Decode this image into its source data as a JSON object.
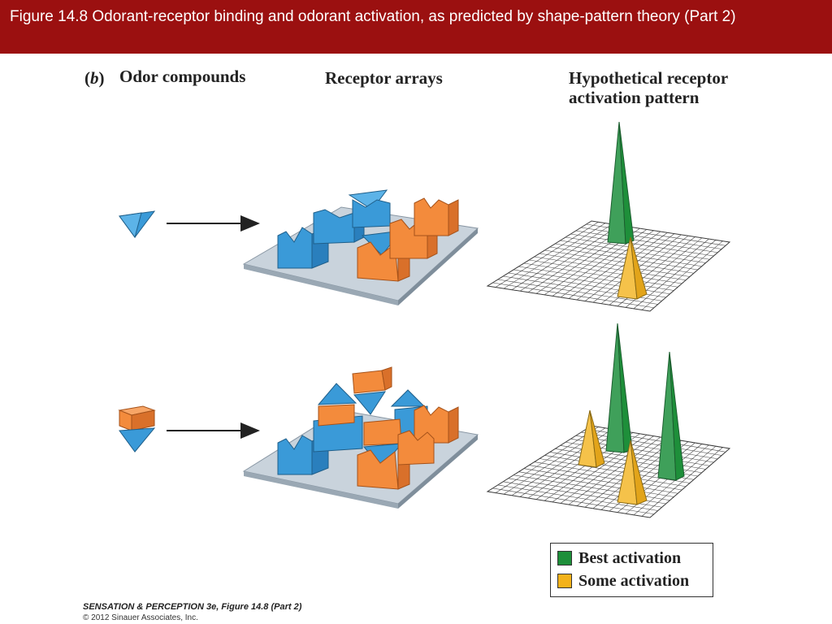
{
  "header": {
    "title": "Figure 14.8  Odorant-receptor binding and odorant activation, as predicted by shape-pattern theory (Part 2)"
  },
  "panel": {
    "label_open": "(",
    "label_letter": "b",
    "label_close": ")"
  },
  "columns": {
    "odor": "Odor compounds",
    "arrays": "Receptor arrays",
    "pattern": "Hypothetical receptor activation pattern"
  },
  "legend": {
    "best": {
      "label": "Best activation",
      "color": "#1e8f3a"
    },
    "some": {
      "label": "Some activation",
      "color": "#f3b21a"
    }
  },
  "colors": {
    "blue_receptor": "#3a9ad8",
    "orange_receptor": "#f38b3c",
    "platform": "#c9d3dc",
    "grid": "#cfd6dc",
    "title_bar": "#9b1010"
  },
  "footer": {
    "book": "SENSATION & PERCEPTION 3e, Figure 14.8 (Part 2)",
    "copyright": "© 2012 Sinauer Associates, Inc."
  }
}
